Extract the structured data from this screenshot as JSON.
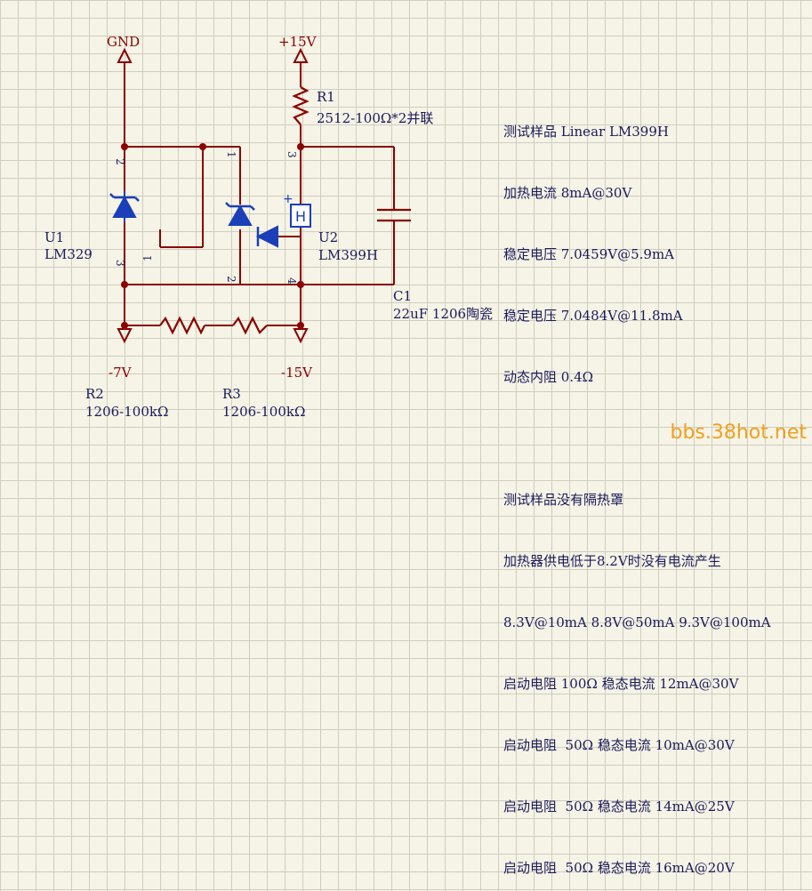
{
  "power": {
    "gnd": "GND",
    "vplus15": "+15V",
    "vminus7": "-7V",
    "vminus15": "-15V"
  },
  "components": {
    "r1": {
      "ref": "R1",
      "value": "2512-100Ω*2并联"
    },
    "r2": {
      "ref": "R2",
      "value": "1206-100kΩ"
    },
    "r3": {
      "ref": "R3",
      "value": "1206-100kΩ"
    },
    "c1": {
      "ref": "C1",
      "value": "22uF 1206陶瓷"
    },
    "u1": {
      "ref": "U1",
      "value": "LM329"
    },
    "u2": {
      "ref": "U2",
      "value": "LM399H"
    }
  },
  "pins": {
    "u1_top": "2",
    "u1_bottom": "3",
    "u2_p1": "1",
    "u2_p1b": "1",
    "u2_p2": "2",
    "u2_p3": "3",
    "u2_p4": "4"
  },
  "heater_symbol": "H",
  "heater_plus": "+",
  "notes": [
    "测试样品 Linear LM399H",
    "加热电流 8mA@30V",
    "稳定电压 7.0459V@5.9mA",
    "稳定电压 7.0484V@11.8mA",
    "动态内阻 0.4Ω",
    "",
    "测试样品没有隔热罩",
    "加热器供电低于8.2V时没有电流产生",
    "8.3V@10mA 8.8V@50mA 9.3V@100mA",
    "启动电阻 100Ω 稳态电流 12mA@30V",
    "启动电阻  50Ω 稳态电流 10mA@30V",
    "启动电阻  50Ω 稳态电流 14mA@25V",
    "启动电阻  50Ω 稳态电流 16mA@20V"
  ],
  "watermark": "bbs.38hot.net"
}
